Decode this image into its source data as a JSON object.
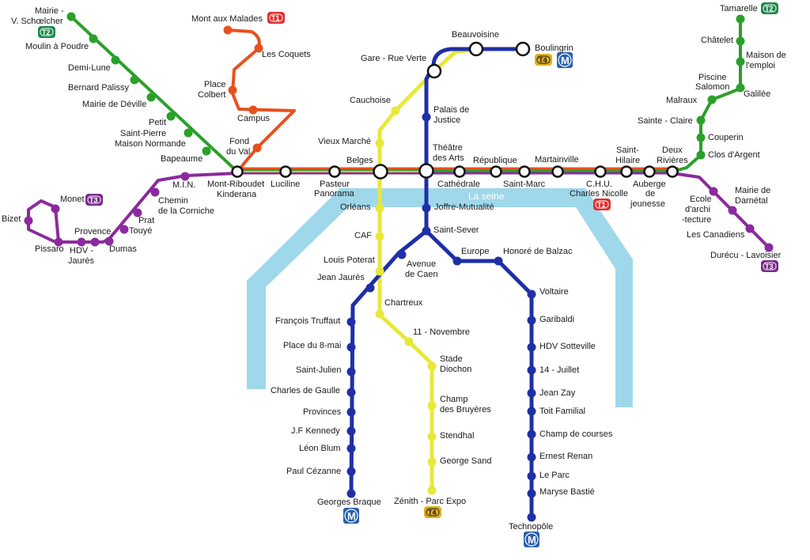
{
  "colors": {
    "t1": "#e8501e",
    "t2": "#2aa02a",
    "t3": "#8b2a9e",
    "t4": "#e8e83a",
    "metro": "#1f2fa8",
    "river": "#9fd8ea",
    "badge_t1": "#e03030",
    "badge_t2": "#1f8a4a",
    "badge_t3": "#7a2a8a",
    "badge_t4": "#e0b020",
    "badge_m": "#2a5fb0"
  },
  "river": {
    "name": "La seine"
  },
  "badges": {
    "t1": "T1",
    "t2": "T2",
    "t3": "T3",
    "t4": "T4",
    "metro": "M"
  },
  "lines": {
    "t1": {
      "code": "T1",
      "stations": [
        "Mont aux Malades",
        "Les Coquets",
        "Place Colbert",
        "Campus",
        "Fond du Val",
        "Mont-Riboudet Kinderana"
      ]
    },
    "t2": {
      "code": "T2",
      "stations": [
        "Mairie - V. Schœlcher",
        "Moulin à Poudre",
        "Demi-Lune",
        "Bernard Palissy",
        "Mairie de Déville",
        "Petit Saint-Pierre Maison Normande",
        "Bapeaume",
        "Mont-Riboudet Kinderana",
        "Deux Rivières",
        "Clos d'Argent",
        "Couperin",
        "Sainte - Claire",
        "Malraux",
        "Piscine Salomon",
        "Galilée",
        "Maison de l'emploi",
        "Châtelet",
        "Tamarelle"
      ]
    },
    "t3": {
      "code": "T3",
      "stations": [
        "Monet",
        "Bizet",
        "Pissaro",
        "HDV - Jaurès",
        "Dumas",
        "Provence",
        "Prat Touyé",
        "Chemin de la Corniche",
        "M.I.N.",
        "Mont-Riboudet Kinderana",
        "Luciline",
        "Pasteur Panorama",
        "Belges",
        "Théâtre des Arts",
        "Cathédrale",
        "République",
        "Saint-Marc",
        "Martainville",
        "C.H.U. Charles Nicolle",
        "Saint-Hilaire",
        "Auberge de jeunesse",
        "Deux Rivières",
        "Ecole d'archi -tecture",
        "Mairie de Darnétal",
        "Les Canadiens",
        "Durécu - Lavoisier"
      ]
    },
    "t4": {
      "code": "T4",
      "stations": [
        "Boulingrin",
        "Beauvoisine",
        "Gare - Rue Verte",
        "Cauchoise",
        "Vieux Marché",
        "Belges",
        "Orléans",
        "CAF",
        "Louis Poterat",
        "Chartreux",
        "11 - Novembre",
        "Stade Diochon",
        "Champ des Bruyères",
        "Stendhal",
        "George Sand",
        "Zénith - Parc Expo"
      ]
    },
    "metro": {
      "code": "M",
      "stations": [
        "Boulingrin",
        "Gare - Rue Verte",
        "Palais de Justice",
        "Théâtre des Arts",
        "Joffre-Mutualité",
        "Saint-Sever",
        "Avenue de Caen",
        "Jean Jaurès",
        "François Truffaut",
        "Place du 8-mai",
        "Saint-Julien",
        "Charles de Gaulle",
        "Provinces",
        "J.F Kennedy",
        "Léon Blum",
        "Paul Cézanne",
        "Georges Braque",
        "Europe",
        "Honoré de Balzac",
        "Voltaire",
        "Garibaldi",
        "HDV Sotteville",
        "14 - Juillet",
        "Jean Zay",
        "Toit Familial",
        "Champ de courses",
        "Ernest Renan",
        "Le Parc",
        "Maryse Bastié",
        "Technopôle"
      ]
    }
  },
  "labels": {
    "mont_aux_malades": "Mont aux Malades",
    "les_coquets": "Les Coquets",
    "place_colbert_1": "Place",
    "place_colbert_2": "Colbert",
    "campus": "Campus",
    "fond_du_val_1": "Fond",
    "fond_du_val_2": "du Val",
    "mairie_schoelcher_1": "Mairie -",
    "mairie_schoelcher_2": "V. Schœlcher",
    "moulin": "Moulin à Poudre",
    "demi_lune": "Demi-Lune",
    "bernard": "Bernard Palissy",
    "deville": "Mairie de Déville",
    "petit_1": "Petit",
    "petit_2": "Saint-Pierre",
    "petit_3": "Maison Normande",
    "bapeaume": "Bapeaume",
    "min": "M.I.N.",
    "riboudet_1": "Mont-Riboudet",
    "riboudet_2": "Kinderana",
    "luciline": "Luciline",
    "pasteur_1": "Pasteur",
    "pasteur_2": "Panorama",
    "belges": "Belges",
    "vieux_marche": "Vieux Marché",
    "cauchoise": "Cauchoise",
    "gare": "Gare - Rue Verte",
    "beauvoisine": "Beauvoisine",
    "boulingrin": "Boulingrin",
    "palais_1": "Palais de",
    "palais_2": "Justice",
    "theatre_1": "Théâtre",
    "theatre_2": "des Arts",
    "republique": "République",
    "martainville": "Martainville",
    "saint_hilaire_1": "Saint-",
    "saint_hilaire_2": "Hilaire",
    "deux_rivieres_1": "Deux",
    "deux_rivieres_2": "Rivières",
    "cathedrale": "Cathédrale",
    "saint_marc": "Saint-Marc",
    "chu_1": "C.H.U.",
    "chu_2": "Charles Nicolle",
    "auberge_1": "Auberge",
    "auberge_2": "de",
    "auberge_3": "jeunesse",
    "ecole_1": "Ecole",
    "ecole_2": "d'archi",
    "ecole_3": "-tecture",
    "darnetal_1": "Mairie de",
    "darnetal_2": "Darnétal",
    "canadiens": "Les Canadiens",
    "durecu": "Durécu - Lavoisier",
    "tamarelle": "Tamarelle",
    "chatelet": "Châtelet",
    "maison_1": "Maison de",
    "maison_2": "l'emploi",
    "piscine_1": "Piscine",
    "piscine_2": "Salomon",
    "malraux": "Malraux",
    "galilee": "Galilée",
    "sainte_claire": "Sainte - Claire",
    "couperin": "Couperin",
    "clos": "Clos d'Argent",
    "monet": "Monet",
    "bizet": "Bizet",
    "pissaro": "Pissaro",
    "hdv_1": "HDV -",
    "hdv_2": "Jaurès",
    "provence": "Provence",
    "dumas": "Dumas",
    "prat": "Prat",
    "touye": "Touyé",
    "chemin_1": "Chemin",
    "chemin_2": "de la Corniche",
    "orleans": "Orléans",
    "joffre": "Joffre-Mutualité",
    "caf": "CAF",
    "saint_sever": "Saint-Sever",
    "louis": "Louis Poterat",
    "jean_jaures": "Jean Jaurès",
    "avenue_1": "Avenue",
    "avenue_2": "de Caen",
    "europe": "Europe",
    "balzac": "Honoré de Balzac",
    "chartreux": "Chartreux",
    "novembre": "11 - Novembre",
    "stade_1": "Stade",
    "stade_2": "Diochon",
    "champ_1": "Champ",
    "champ_2": "des Bruyères",
    "stendhal": "Stendhal",
    "george_sand": "George Sand",
    "zenith": "Zénith - Parc Expo",
    "truffaut": "François Truffaut",
    "huit_mai": "Place du 8-mai",
    "saint_julien": "Saint-Julien",
    "de_gaulle": "Charles de Gaulle",
    "provinces": "Provinces",
    "kennedy": "J.F Kennedy",
    "leon_blum": "Léon Blum",
    "cezanne": "Paul Cézanne",
    "braque": "Georges Braque",
    "voltaire": "Voltaire",
    "garibaldi": "Garibaldi",
    "hdv_sotteville": "HDV Sotteville",
    "juillet": "14 - Juillet",
    "jean_zay": "Jean Zay",
    "toit": "Toit Familial",
    "champ_courses": "Champ de courses",
    "renan": "Ernest Renan",
    "le_parc": "Le Parc",
    "bastie": "Maryse Bastié",
    "technopole": "Technopôle"
  }
}
